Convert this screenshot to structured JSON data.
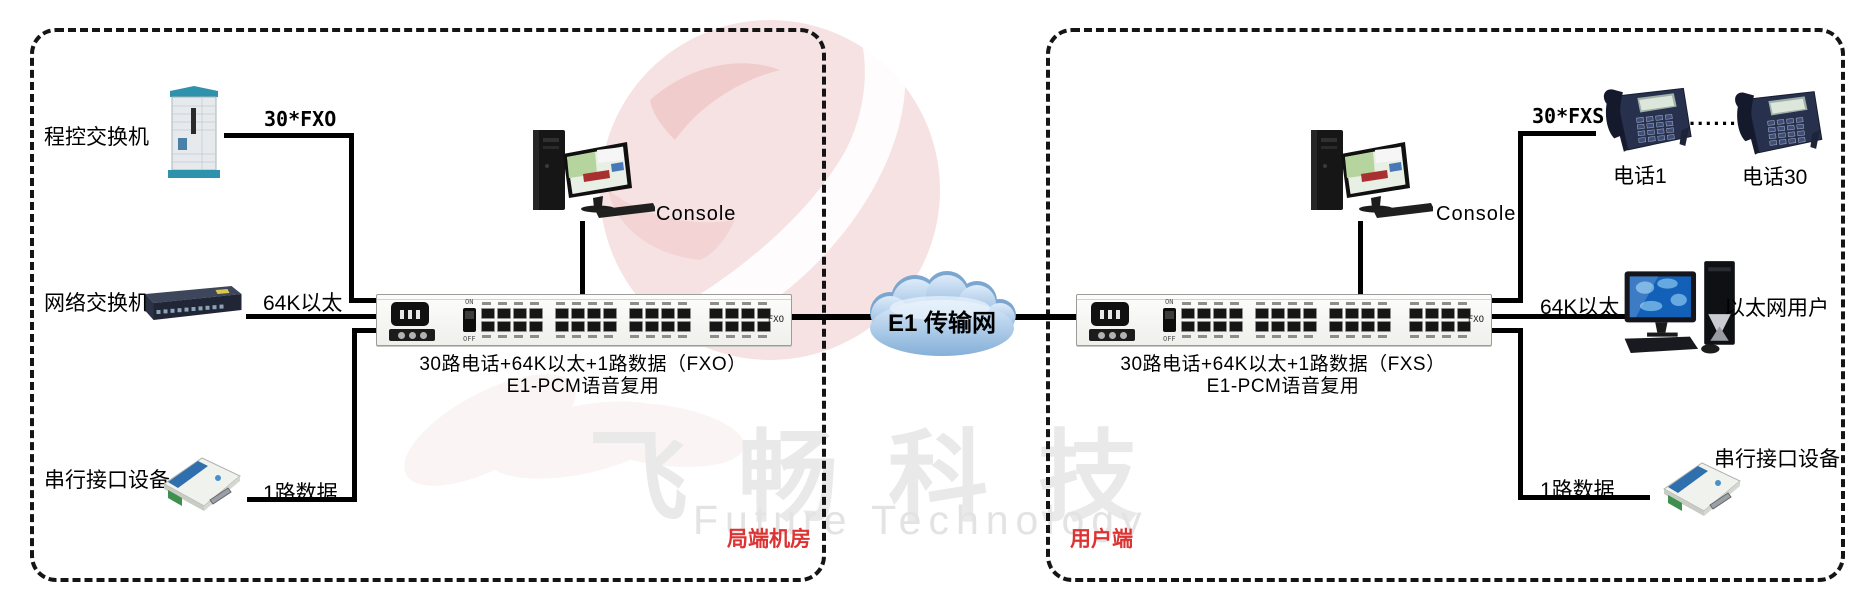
{
  "watermark": {
    "cn_text": "飞畅科技",
    "en_text": "Future Technology"
  },
  "cloud": {
    "label": "E1 传输网"
  },
  "colors": {
    "zone_label_red": "#dd3333",
    "line_black": "#000000",
    "cloud_blue": "#9cc0e2"
  },
  "left_zone": {
    "zone_label": "局端机房",
    "pbx": {
      "label": "程控交换机",
      "link_label": "30*FXO"
    },
    "switch": {
      "label": "网络交换机",
      "link_label": "64K以太"
    },
    "serial": {
      "label": "串行接口设备",
      "link_label": "1路数据"
    },
    "console": {
      "label": "Console"
    },
    "mux": {
      "switch_on": "ON",
      "switch_off": "OFF",
      "port_tag": "FXO",
      "caption_line1": "30路电话+64K以太+1路数据（FXO）",
      "caption_line2": "E1-PCM语音复用"
    }
  },
  "right_zone": {
    "zone_label": "用户端",
    "phones": {
      "link_label": "30*FXS",
      "phone1_label": "电话1",
      "dots": "......",
      "phone30_label": "电话30"
    },
    "ethernet": {
      "link_label": "64K以太",
      "user_label": "以太网用户"
    },
    "serial": {
      "link_label": "1路数据",
      "label": "串行接口设备"
    },
    "console": {
      "label": "Console"
    },
    "mux": {
      "switch_on": "ON",
      "switch_off": "OFF",
      "port_tag": "FXO",
      "caption_line1": "30路电话+64K以太+1路数据（FXS）",
      "caption_line2": "E1-PCM语音复用"
    }
  }
}
